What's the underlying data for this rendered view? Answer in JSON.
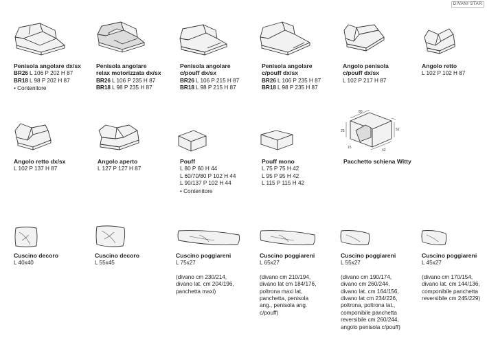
{
  "brand": "DIVANI STAR",
  "row1": [
    {
      "title": "Penisola angolare dx/sx",
      "dims": [
        {
          "code": "BR26",
          "size": "L 106 P 202 H 87"
        },
        {
          "code": "BR18",
          "size": "L 98 P 202 H 87"
        }
      ],
      "note": "• Contenitore"
    },
    {
      "title": "Penisola angolare\nrelax motorizzata dx/sx",
      "dims": [
        {
          "code": "BR26",
          "size": "L 106 P 235 H 87"
        },
        {
          "code": "BR18",
          "size": "L 98 P 235 H 87"
        }
      ]
    },
    {
      "title": "Penisola angolare\nc/pouff dx/sx",
      "dims": [
        {
          "code": "BR26",
          "size": "L 106 P 215 H 87"
        },
        {
          "code": "BR18",
          "size": "L 98 P 215 H 87"
        }
      ]
    },
    {
      "title": "Penisola angolare\nc/pouff dx/sx",
      "dims": [
        {
          "code": "BR26",
          "size": "L 106 P 235 H 87"
        },
        {
          "code": "BR18",
          "size": "L 98 P 235 H 87"
        }
      ]
    },
    {
      "title": "Angolo penisola\nc/pouff dx/sx",
      "dims": [
        {
          "code": "",
          "size": "L 102 P 217 H 87"
        }
      ]
    },
    {
      "title": "Angolo retto",
      "dims": [
        {
          "code": "",
          "size": "L 102 P 102 H 87"
        }
      ]
    }
  ],
  "row2": [
    {
      "title": "Angolo retto dx/sx",
      "dims": [
        {
          "code": "",
          "size": "L 102 P 137 H 87"
        }
      ]
    },
    {
      "title": "Angolo aperto",
      "dims": [
        {
          "code": "",
          "size": "L 127 P 127 H 87"
        }
      ]
    },
    {
      "title": "Pouff",
      "dims": [
        {
          "code": "",
          "size": "L 80 P 60 H 44"
        },
        {
          "code": "",
          "size": "L 60/70/80 P 102 H 44"
        },
        {
          "code": "",
          "size": "L 90/137 P 102 H 44"
        }
      ],
      "note": "• Contenitore"
    },
    {
      "title": "Pouff mono",
      "dims": [
        {
          "code": "",
          "size": "L 75 P 75 H 42"
        },
        {
          "code": "",
          "size": "L 95 P 95 H 42"
        },
        {
          "code": "",
          "size": "L 115 P 115 H 42"
        }
      ]
    },
    {
      "title": "Pacchetto schiena Witty",
      "dims": []
    }
  ],
  "row3": [
    {
      "title": "Cuscino decoro",
      "dims": [
        {
          "code": "",
          "size": "L 40x40"
        }
      ]
    },
    {
      "title": "Cuscino decoro",
      "dims": [
        {
          "code": "",
          "size": "L 55x45"
        }
      ]
    },
    {
      "title": "Cuscino poggiareni",
      "dims": [
        {
          "code": "",
          "size": "L 75x27"
        }
      ],
      "extra": "(divano cm 230/214,\ndivano lat. cm 204/196,\npanchetta maxi)"
    },
    {
      "title": "Cuscino poggiareni",
      "dims": [
        {
          "code": "",
          "size": "L 65x27"
        }
      ],
      "extra": "(divano cm 210/194,\ndivano lat cm 184/176,\npoltrona maxi lat,\npanchetta, penisola\nang., penisola ang.\nc/pouff)"
    },
    {
      "title": "Cuscino poggiareni",
      "dims": [
        {
          "code": "",
          "size": "L 55x27"
        }
      ],
      "extra": "(divano cm 190/174,\ndivano cm 260/244,\ndivano lat. cm 164/156,\ndivano lat cm 234/226,\npoltrona, poltrona lat.,\ncomponibile panchetta\nreversibile cm 260/244,\nangolo penisola c/pouff)"
    },
    {
      "title": "Cuscino poggiareni",
      "dims": [
        {
          "code": "",
          "size": "L 45x27"
        }
      ],
      "extra": "(divano cm 170/154,\ndivano lat. cm 144/136,\ncomponibile panchetta\nreversibile cm 245/229)"
    }
  ],
  "witty_dims": {
    "top": "80",
    "right": "52",
    "left": "25",
    "bottom": "42",
    "small": "15"
  }
}
